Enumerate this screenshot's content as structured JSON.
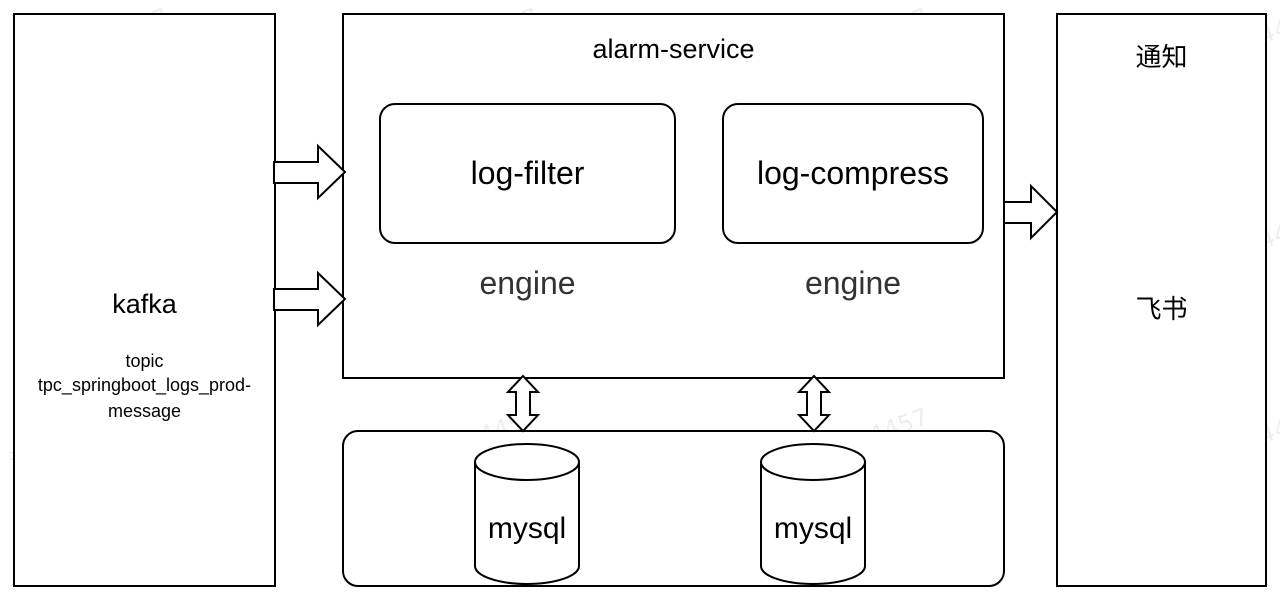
{
  "kafka": {
    "title": "kafka",
    "topic_label": "topic",
    "topic_name_line1": "tpc_springboot_logs_prod-",
    "topic_name_line2": "message"
  },
  "alarm_service": {
    "title": "alarm-service",
    "modules": [
      {
        "name": "log-filter",
        "caption": "engine"
      },
      {
        "name": "log-compress",
        "caption": "engine"
      }
    ]
  },
  "databases": [
    {
      "label": "mysql"
    },
    {
      "label": "mysql"
    }
  ],
  "notification": {
    "title": "通知",
    "channel": "飞书"
  },
  "watermark": {
    "text": "汤锦全 4457"
  },
  "colors": {
    "stroke": "#000000",
    "caption": "#333333"
  }
}
